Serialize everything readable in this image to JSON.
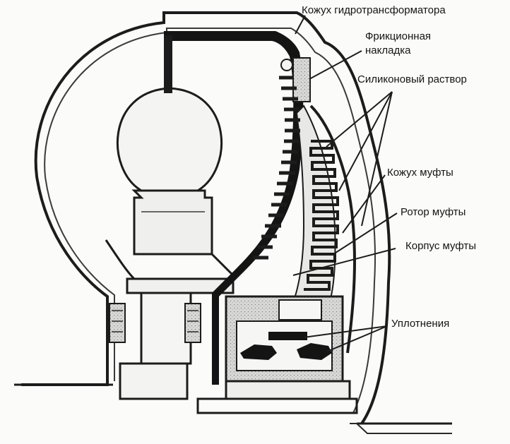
{
  "diagram": {
    "labels": {
      "torque_converter_housing": "Кожух гидротрансформатора",
      "friction_lining_line1": "Фрикционная",
      "friction_lining_line2": "накладка",
      "silicone_fluid": "Силиконовый раствор",
      "clutch_housing": "Кожух муфты",
      "clutch_rotor": "Ротор муфты",
      "clutch_body": "Корпус муфты",
      "seals": "Уплотнения"
    }
  }
}
